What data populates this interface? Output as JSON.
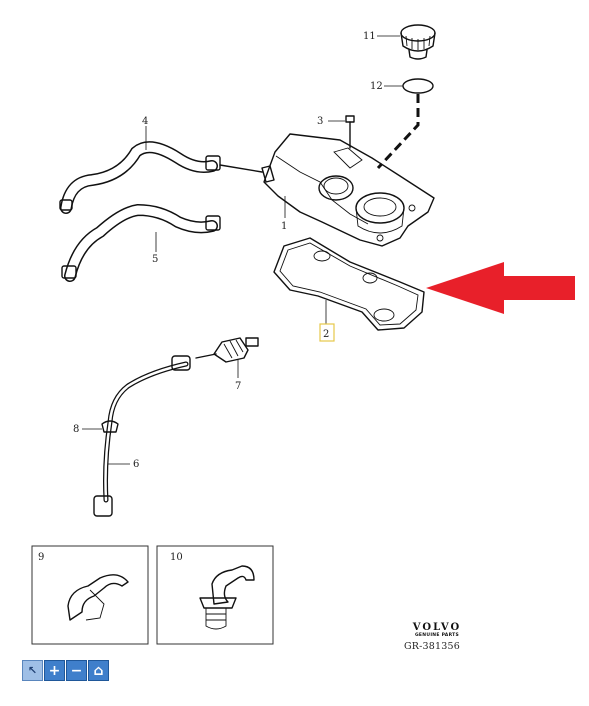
{
  "callouts": {
    "p1": "1",
    "p2": "2",
    "p3": "3",
    "p4": "4",
    "p5": "5",
    "p6": "6",
    "p7": "7",
    "p8": "8",
    "p9": "9",
    "p10": "10",
    "p11": "11",
    "p12": "12"
  },
  "brand": {
    "name": "VOLVO",
    "sub": "GENUINE PARTS"
  },
  "reference": "GR-381356",
  "colors": {
    "arrow": "#e8202a",
    "toolbar": "#3f7fcb",
    "highlight_box": "#e6c84a"
  },
  "toolbar": {
    "items": [
      {
        "icon": "pointer-icon",
        "glyph": "↖"
      },
      {
        "icon": "zoom-in-icon",
        "glyph": "+"
      },
      {
        "icon": "zoom-out-icon",
        "glyph": "−"
      },
      {
        "icon": "home-icon",
        "glyph": "⌂"
      }
    ]
  }
}
